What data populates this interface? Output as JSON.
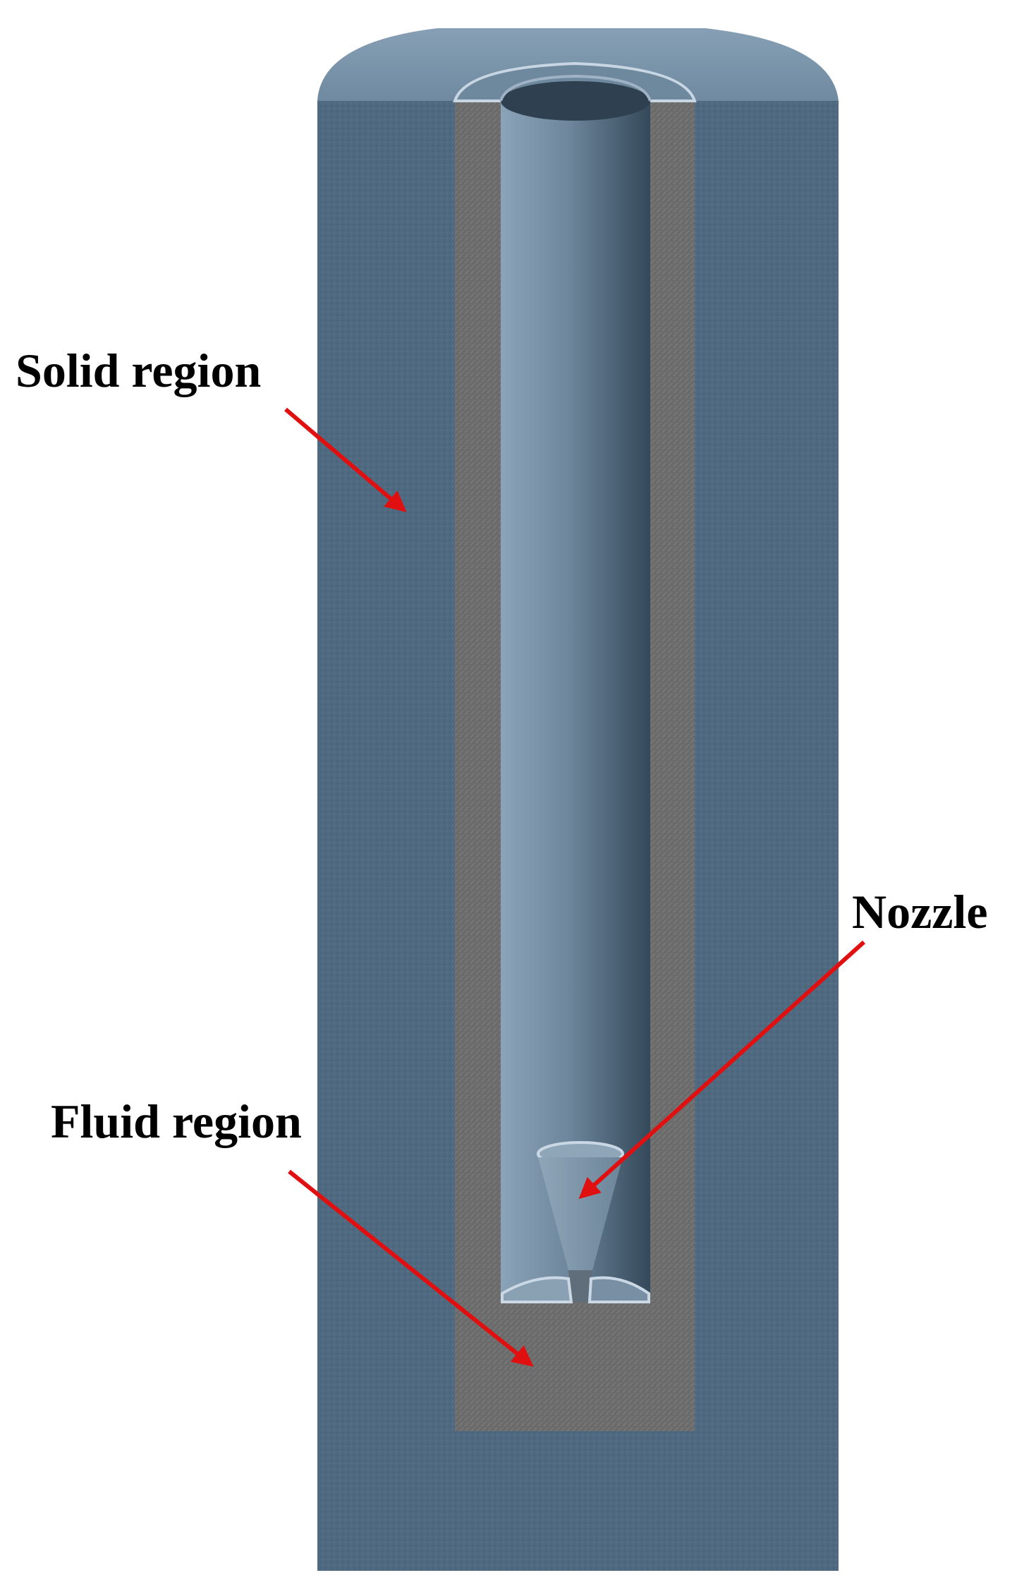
{
  "figure": {
    "labels": {
      "solid": "Solid region",
      "nozzle": "Nozzle",
      "fluid": "Fluid region"
    },
    "colors": {
      "solid_region": "#4f6a80",
      "fluid_region": "#6b6b6b",
      "cap_top": "#7b97ad",
      "tube_light": "#7d97ac",
      "tube_dark": "#3f5466",
      "arrow": "#e01010",
      "text": "#000000"
    }
  }
}
